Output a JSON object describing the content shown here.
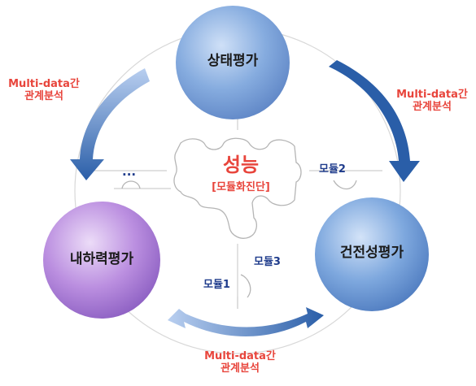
{
  "center": {
    "title": "성능",
    "subtitle": "[모듈화진단]"
  },
  "nodes": {
    "top": "상태평가",
    "left": "내하력평가",
    "right": "건전성평가"
  },
  "relations": {
    "left": [
      "Multi-data간",
      "관계분석"
    ],
    "right": [
      "Multi-data간",
      "관계분석"
    ],
    "bottom": [
      "Multi-data간",
      "관계분석"
    ]
  },
  "modules": {
    "m1": "모듈1",
    "m2": "모듈2",
    "m3": "모듈3",
    "more": "..."
  },
  "colors": {
    "accent_red": "#e8453c",
    "module_blue": "#1f3c8c",
    "top_node": "#7aa3dd",
    "right_node": "#6ea0da",
    "left_node": "#b07fd6",
    "arrow_blue": "#2f66b0"
  }
}
